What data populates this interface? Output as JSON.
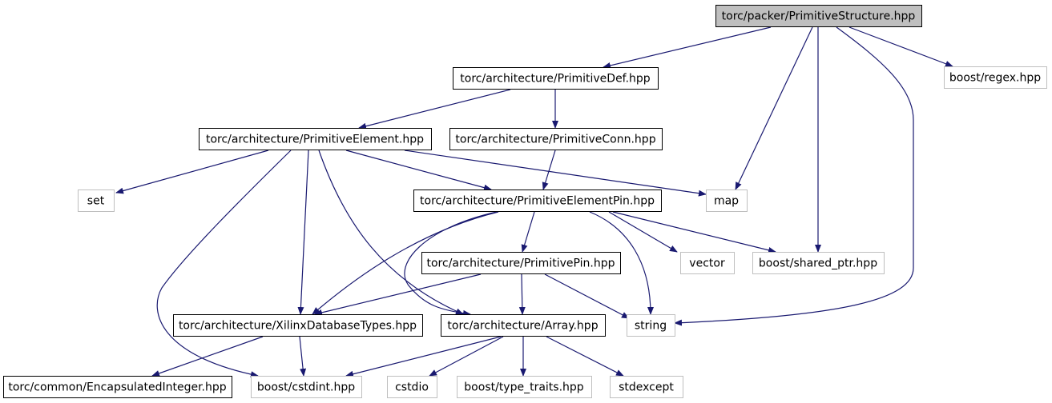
{
  "colors": {
    "edge": "#191970",
    "root_fill": "#bfbfbf",
    "internal_border": "#000000",
    "external_border": "#bfbfbf",
    "background": "#ffffff"
  },
  "nodes": [
    {
      "id": "root",
      "label": "torc/packer/PrimitiveStructure.hpp",
      "kind": "root"
    },
    {
      "id": "regex",
      "label": "boost/regex.hpp",
      "kind": "external"
    },
    {
      "id": "pdef",
      "label": "torc/architecture/PrimitiveDef.hpp",
      "kind": "internal"
    },
    {
      "id": "pelem",
      "label": "torc/architecture/PrimitiveElement.hpp",
      "kind": "internal"
    },
    {
      "id": "pconn",
      "label": "torc/architecture/PrimitiveConn.hpp",
      "kind": "internal"
    },
    {
      "id": "set",
      "label": "set",
      "kind": "external"
    },
    {
      "id": "map",
      "label": "map",
      "kind": "external"
    },
    {
      "id": "pepin",
      "label": "torc/architecture/PrimitiveElementPin.hpp",
      "kind": "internal"
    },
    {
      "id": "ppin",
      "label": "torc/architecture/PrimitivePin.hpp",
      "kind": "internal"
    },
    {
      "id": "vector",
      "label": "vector",
      "kind": "external"
    },
    {
      "id": "shptr",
      "label": "boost/shared_ptr.hpp",
      "kind": "external"
    },
    {
      "id": "xdt",
      "label": "torc/architecture/XilinxDatabaseTypes.hpp",
      "kind": "internal"
    },
    {
      "id": "array",
      "label": "torc/architecture/Array.hpp",
      "kind": "internal"
    },
    {
      "id": "string",
      "label": "string",
      "kind": "external"
    },
    {
      "id": "encint",
      "label": "torc/common/EncapsulatedInteger.hpp",
      "kind": "internal"
    },
    {
      "id": "cstdint",
      "label": "boost/cstdint.hpp",
      "kind": "external"
    },
    {
      "id": "cstdio",
      "label": "cstdio",
      "kind": "external"
    },
    {
      "id": "typetraits",
      "label": "boost/type_traits.hpp",
      "kind": "external"
    },
    {
      "id": "stdexcept",
      "label": "stdexcept",
      "kind": "external"
    }
  ],
  "edges": [
    {
      "from": "root",
      "to": "pdef"
    },
    {
      "from": "root",
      "to": "map"
    },
    {
      "from": "root",
      "to": "shptr"
    },
    {
      "from": "root",
      "to": "string"
    },
    {
      "from": "root",
      "to": "regex"
    },
    {
      "from": "pdef",
      "to": "pelem"
    },
    {
      "from": "pdef",
      "to": "pconn"
    },
    {
      "from": "pelem",
      "to": "set"
    },
    {
      "from": "pelem",
      "to": "map"
    },
    {
      "from": "pelem",
      "to": "pepin"
    },
    {
      "from": "pelem",
      "to": "xdt"
    },
    {
      "from": "pelem",
      "to": "array"
    },
    {
      "from": "pelem",
      "to": "cstdint"
    },
    {
      "from": "pconn",
      "to": "pepin"
    },
    {
      "from": "pepin",
      "to": "ppin"
    },
    {
      "from": "pepin",
      "to": "xdt"
    },
    {
      "from": "pepin",
      "to": "array"
    },
    {
      "from": "pepin",
      "to": "string"
    },
    {
      "from": "pepin",
      "to": "vector"
    },
    {
      "from": "pepin",
      "to": "shptr"
    },
    {
      "from": "ppin",
      "to": "xdt"
    },
    {
      "from": "ppin",
      "to": "array"
    },
    {
      "from": "ppin",
      "to": "string"
    },
    {
      "from": "xdt",
      "to": "encint"
    },
    {
      "from": "xdt",
      "to": "cstdint"
    },
    {
      "from": "array",
      "to": "cstdint"
    },
    {
      "from": "array",
      "to": "cstdio"
    },
    {
      "from": "array",
      "to": "typetraits"
    },
    {
      "from": "array",
      "to": "stdexcept"
    }
  ]
}
